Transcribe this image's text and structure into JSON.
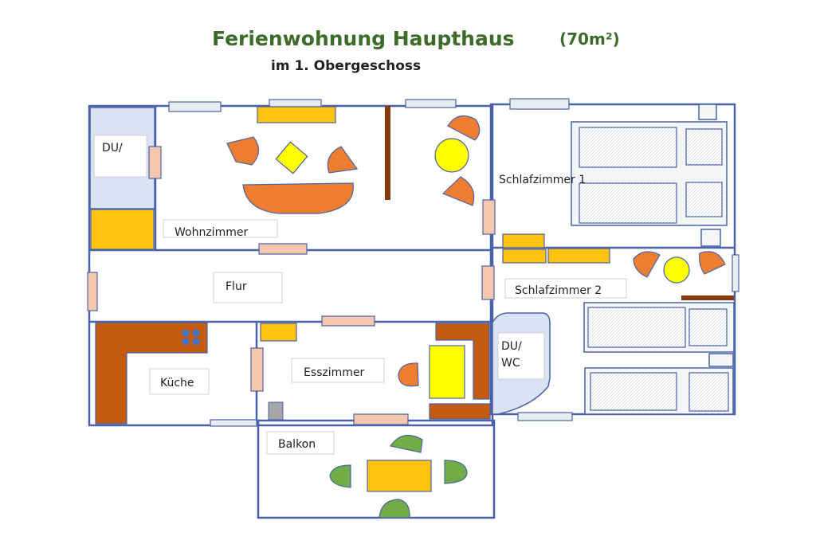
{
  "title": "Ferienwohnung Haupthaus",
  "area": "(70m²)",
  "subtitle": "im 1. Obergeschoss",
  "rooms": {
    "du_top": "DU/",
    "wohnzimmer": "Wohnzimmer",
    "schlafzimmer1": "Schlafzimmer 1",
    "flur": "Flur",
    "schlafzimmer2": "Schlafzimmer 2",
    "kueche": "Küche",
    "esszimmer": "Esszimmer",
    "du_wc_line1": "DU/",
    "du_wc_line2": "WC",
    "balkon": "Balkon"
  },
  "colors": {
    "wall": "#4a63a8",
    "title": "#3d6b2a",
    "orange_furniture": "#ed7d31",
    "yellow_table": "#ffff00",
    "cabinet": "#ffc20e",
    "kitchen_counter": "#c55a11",
    "green_chairs": "#70ad47",
    "door": "#f5c7ae"
  }
}
